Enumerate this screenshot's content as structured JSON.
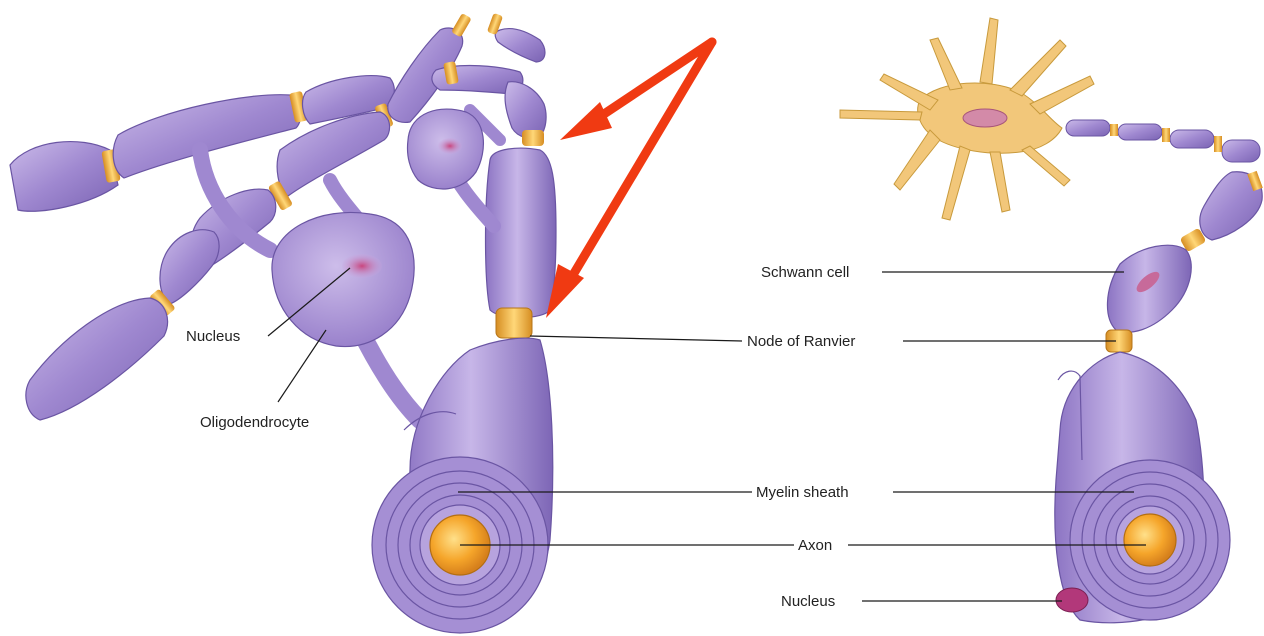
{
  "labels": {
    "nucleus_cns": "Nucleus",
    "oligodendrocyte": "Oligodendrocyte",
    "schwann_cell": "Schwann cell",
    "node_of_ranvier": "Node of Ranvier",
    "myelin_sheath": "Myelin sheath",
    "axon": "Axon",
    "nucleus_pns": "Nucleus"
  },
  "colors": {
    "myelin": "#9c84cc",
    "myelin_light": "#c6b4e6",
    "myelin_dark": "#6e58a8",
    "node": "#e9ad3a",
    "axon_core": "#f3a12c",
    "nucleus": "#c05a8f",
    "neuron_body": "#f2c77a",
    "arrow": "#f03a12"
  }
}
